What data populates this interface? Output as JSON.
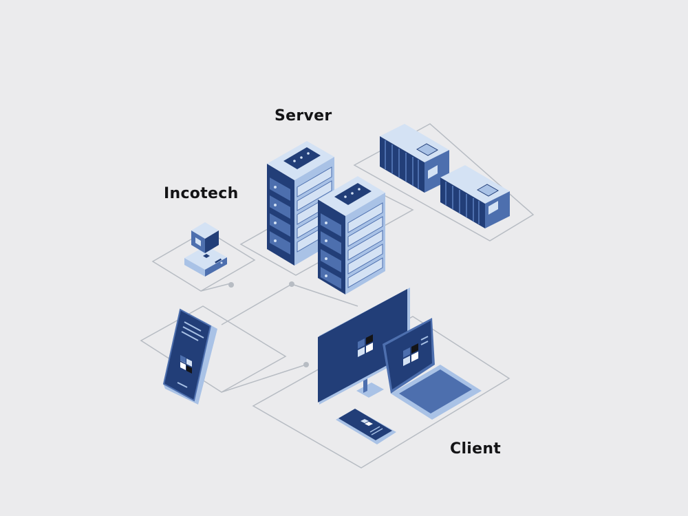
{
  "labels": {
    "server": "Server",
    "incotech": "Incotech",
    "client": "Client"
  },
  "colors": {
    "background": "#ebebed",
    "navy": "#223e78",
    "mid_blue": "#4d6fae",
    "light_blue": "#a9c2e6",
    "pale_blue": "#d4e2f4",
    "line": "#b7bcc3",
    "text": "#141416"
  },
  "icons": [
    "server-rack-icon",
    "storage-container-icon",
    "cube-device-icon",
    "smartphone-icon",
    "monitor-icon",
    "laptop-icon",
    "tablet-icon"
  ]
}
